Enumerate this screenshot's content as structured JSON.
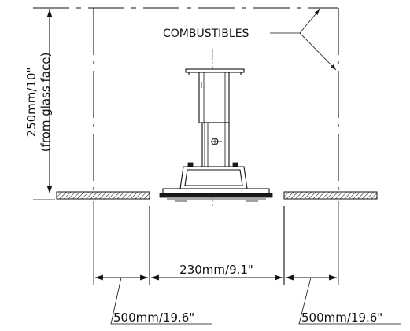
{
  "diagram": {
    "labels": {
      "combustibles": "COMBUSTIBLES",
      "height_line1": "250mm/10\"",
      "height_line2": "(from glass face)",
      "center_width": "230mm/9.1\"",
      "left_clearance": "500mm/19.6\"",
      "right_clearance": "500mm/19.6\""
    }
  }
}
